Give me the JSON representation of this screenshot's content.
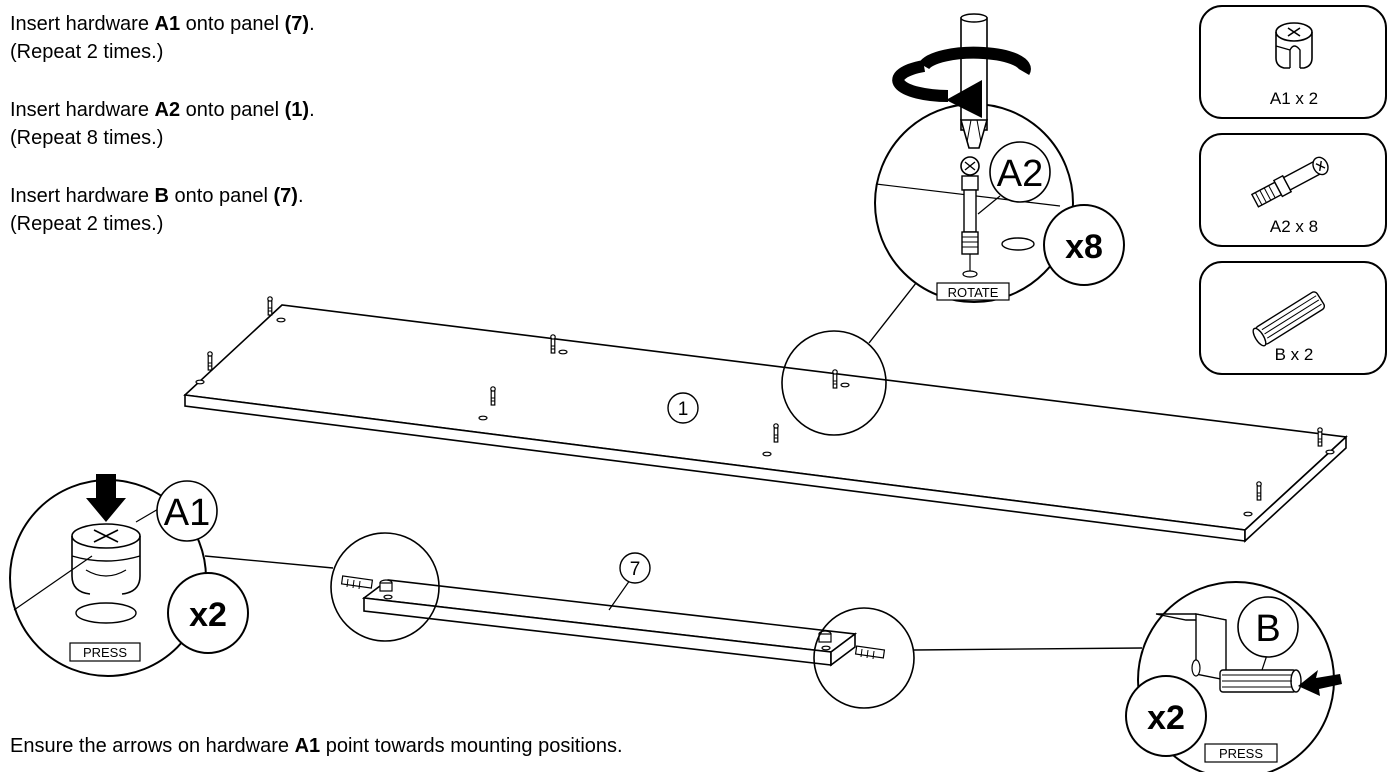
{
  "instructions": [
    {
      "prefix": "Insert hardware ",
      "hw": "A1",
      "mid": " onto panel ",
      "panel": "(7)",
      "suffix": ".",
      "repeat": "(Repeat 2 times.)"
    },
    {
      "prefix": "Insert hardware ",
      "hw": "A2",
      "mid": " onto panel ",
      "panel": "(1)",
      "suffix": ".",
      "repeat": "(Repeat 8 times.)"
    },
    {
      "prefix": "Insert hardware ",
      "hw": "B",
      "mid": " onto panel ",
      "panel": "(7)",
      "suffix": ".",
      "repeat": "(Repeat 2 times.)"
    }
  ],
  "footer": {
    "prefix": "Ensure the arrows on hardware ",
    "hw": "A1",
    "suffix": " point towards mounting positions."
  },
  "parts": [
    {
      "label": "A1 x 2",
      "icon": "cam-lock-icon"
    },
    {
      "label": "A2 x 8",
      "icon": "cam-bolt-icon"
    },
    {
      "label": "B x 2",
      "icon": "wood-dowel-icon"
    }
  ],
  "panels": {
    "panel1": "1",
    "panel7": "7"
  },
  "details": {
    "a2": {
      "tag": "A2",
      "count": "x8",
      "action": "ROTATE"
    },
    "a1": {
      "tag": "A1",
      "count": "x2",
      "action": "PRESS"
    },
    "b": {
      "tag": "B",
      "count": "x2",
      "action": "PRESS"
    }
  }
}
